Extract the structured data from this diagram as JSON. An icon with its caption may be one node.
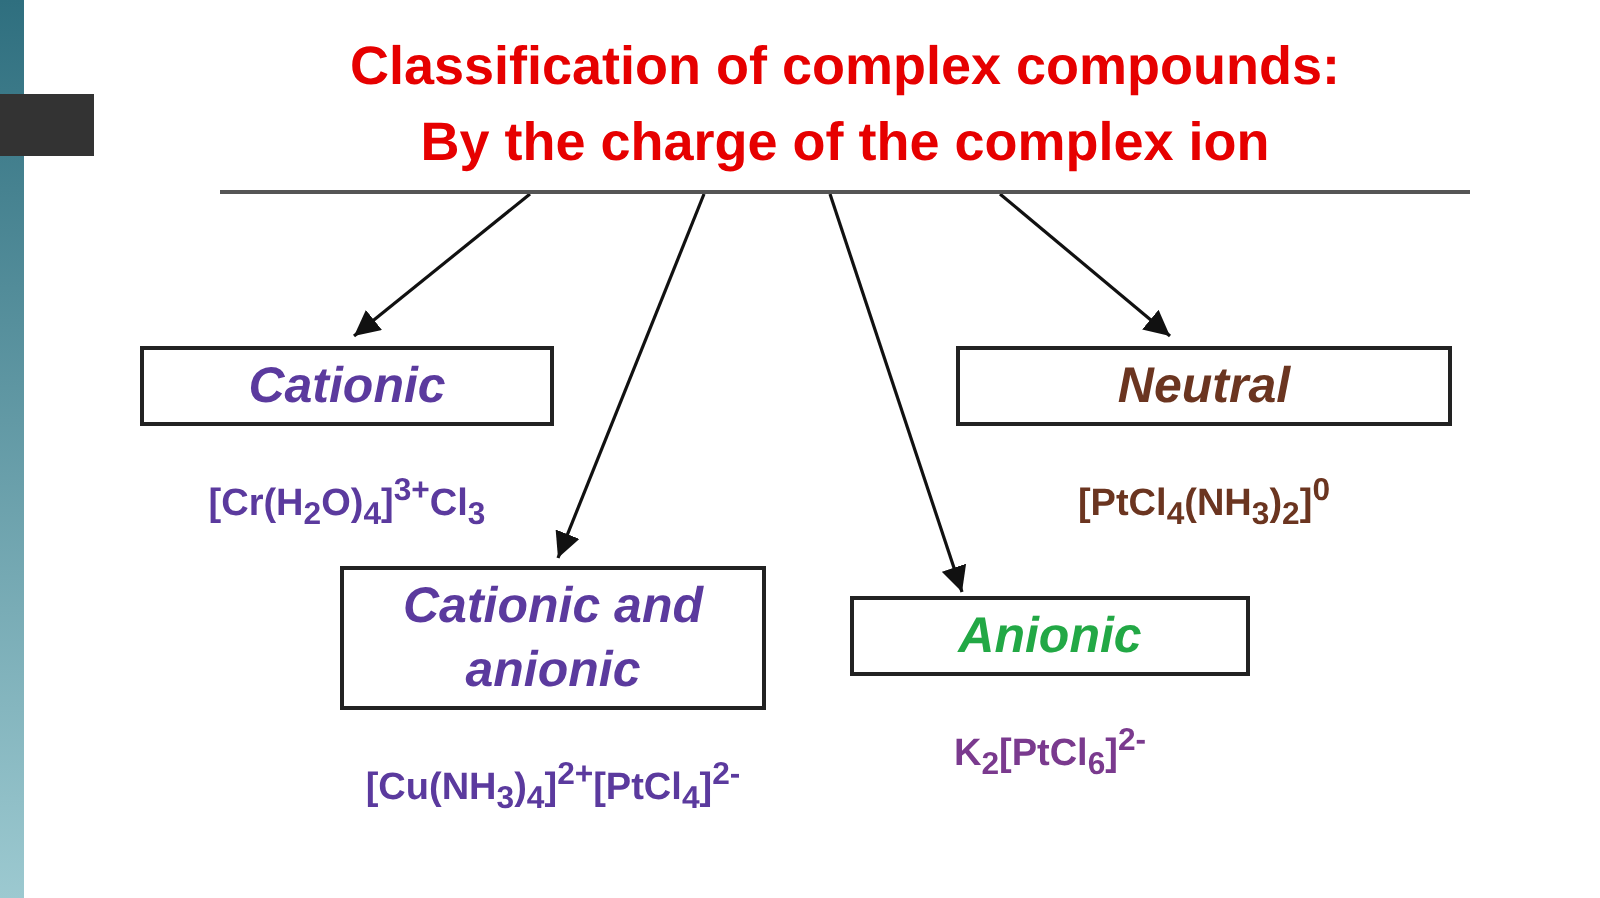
{
  "diagram": {
    "nodes": [
      {
        "text": [
          "Classification of complex compounds:",
          "By the charge of the complex ion"
        ]
      },
      {
        "text": [
          "Cationic"
        ],
        "beside": [
          "[Cr(H$_{2}$O)$_{4}$]$^{3+}$Cl$_{3}$"
        ]
      },
      {
        "text": [
          "Neutral"
        ],
        "beside": [
          "[PtCl$_{4}$(NH$_{3}$)$_{2}$]$^{0}$"
        ]
      },
      {
        "text": [
          "Cationic and anionic"
        ],
        "beside": [
          "[Cu(NH$_{3}$)$_{4}$]$^{2+}$[PtCl$_{4}$]$^{2-}$"
        ]
      },
      {
        "text": [
          "Anionic"
        ],
        "beside": [
          "K$_{2}$[PtCl$_{6}$]$^{2-}$"
        ]
      }
    ],
    "edges": [
      {
        "from": 0,
        "to": 1,
        "arrow": "to"
      },
      {
        "from": 0,
        "to": 3,
        "arrow": "to"
      },
      {
        "from": 0,
        "to": 4,
        "arrow": "to"
      },
      {
        "from": 0,
        "to": 2,
        "arrow": "to"
      }
    ]
  }
}
